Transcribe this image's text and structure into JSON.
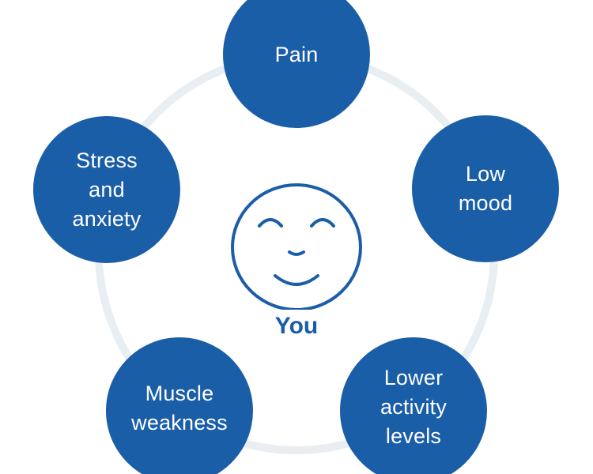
{
  "diagram": {
    "center": {
      "label": "You"
    },
    "nodes": [
      {
        "id": "pain",
        "label": "Pain"
      },
      {
        "id": "mood",
        "label": "Low\nmood"
      },
      {
        "id": "lower",
        "label": "Lower\nactivity\nlevels"
      },
      {
        "id": "muscle",
        "label": "Muscle\nweakness"
      },
      {
        "id": "stress",
        "label": "Stress\nand\nanxiety"
      }
    ],
    "colors": {
      "node_fill": "#1a5ea8",
      "node_text": "#ffffff",
      "ring": "#e8eef2",
      "face_stroke": "#1a5ea8",
      "center_label": "#1a5ea8"
    },
    "icon": "smiling-face-icon"
  }
}
